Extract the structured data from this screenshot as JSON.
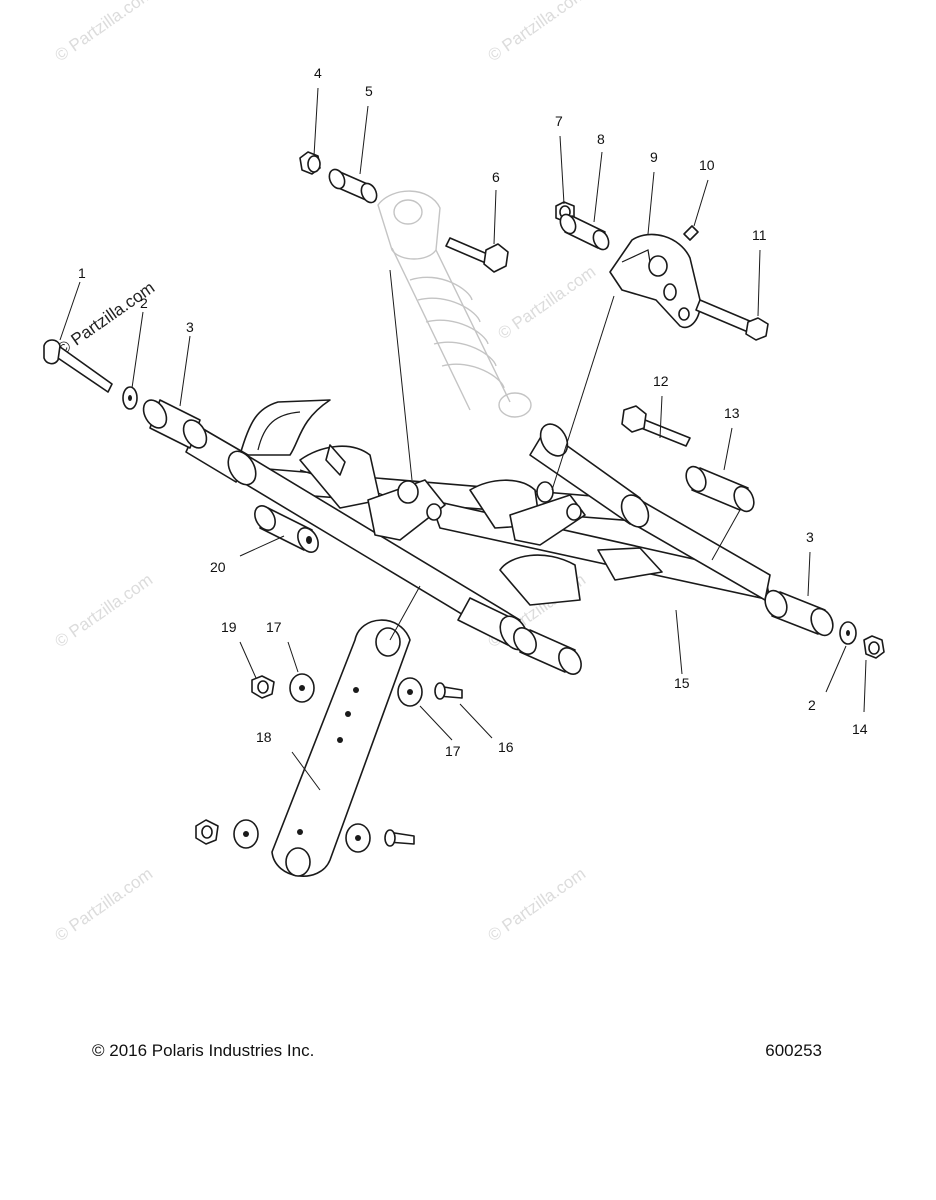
{
  "callouts": {
    "c1": "1",
    "c2a": "2",
    "c2b": "2",
    "c3a": "3",
    "c3b": "3",
    "c4": "4",
    "c5": "5",
    "c6": "6",
    "c7": "7",
    "c8": "8",
    "c9": "9",
    "c10": "10",
    "c11": "11",
    "c12": "12",
    "c13": "13",
    "c14": "14",
    "c15": "15",
    "c16": "16",
    "c17a": "17",
    "c17b": "17",
    "c18": "18",
    "c19": "19",
    "c20": "20"
  },
  "watermark": "© Partzilla.com",
  "footer": {
    "copyright": "© 2016 Polaris Industries Inc.",
    "diagram_number": "600253"
  }
}
